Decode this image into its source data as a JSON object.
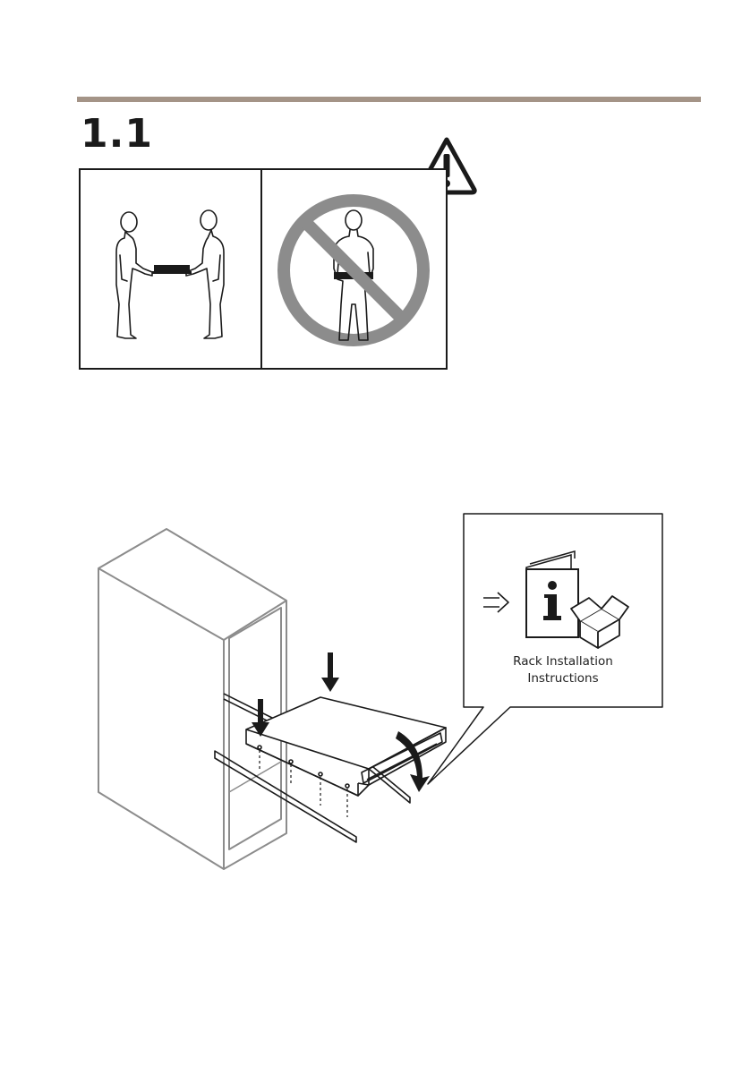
{
  "header": {
    "step_number": "1.1"
  },
  "icons": {
    "warning": "warning-triangle-icon",
    "prohibited": "prohibition-circle-icon",
    "arrow": "hollow-arrow-icon",
    "info": "info-book-icon",
    "box": "open-box-icon"
  },
  "colors": {
    "rule": "#a49487",
    "prohibition": "#8c8c8c",
    "line": "#1a1a1a"
  },
  "callout": {
    "title_line1": "Rack Installation",
    "title_line2": "Instructions"
  }
}
